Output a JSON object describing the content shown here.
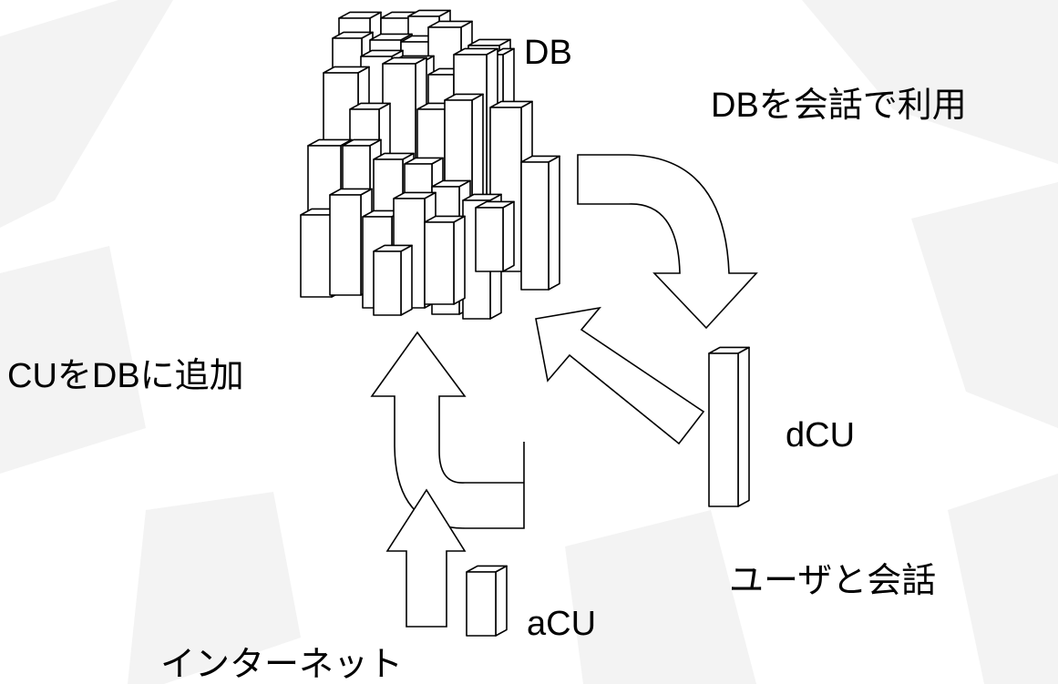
{
  "diagram": {
    "db_label": "DB",
    "use_db_label": "DBを会話で利用",
    "add_to_db_label": "CUをDBに追加",
    "dcu_label": "dCU",
    "talk_label": "ユーザと会話",
    "acu_label": "aCU",
    "internet_label": "インターネット"
  },
  "colors": {
    "stroke": "#000000",
    "fill": "#ffffff",
    "background_shapes": "#f3f3f3"
  }
}
